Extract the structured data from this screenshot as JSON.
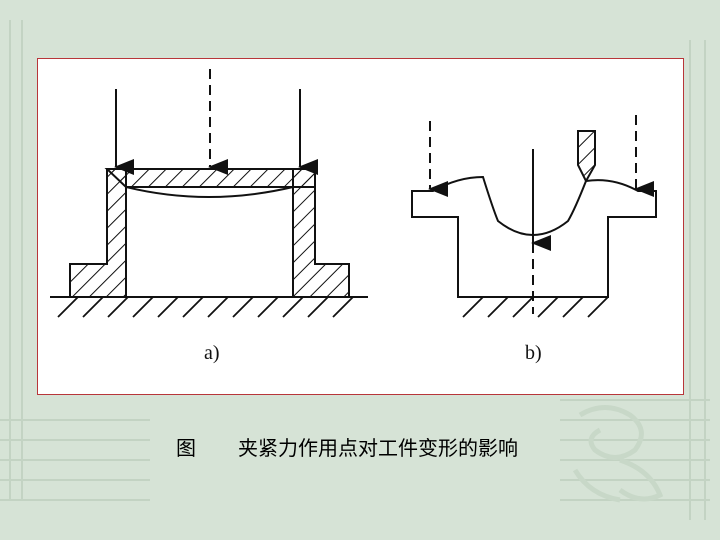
{
  "figure": {
    "label_a": "a)",
    "label_b": "b)"
  },
  "caption": {
    "figure_word": "图",
    "text": "夹紧力作用点对工件变形的影响"
  },
  "colors": {
    "background": "#d6e3d6",
    "frame": "#b8363a",
    "drawing": "#111111"
  }
}
